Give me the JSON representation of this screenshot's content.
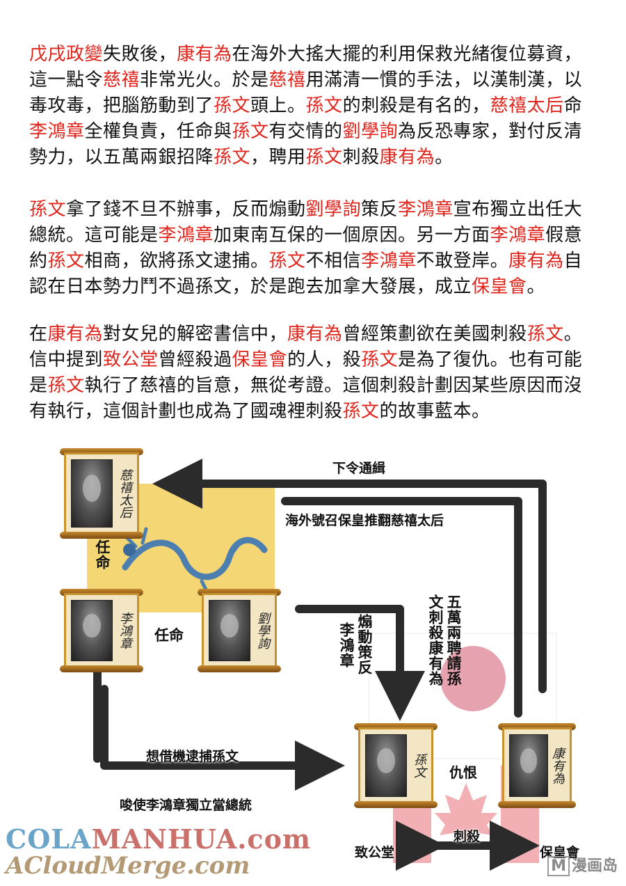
{
  "paragraphs": [
    [
      {
        "t": "戊戌政變",
        "hl": true
      },
      {
        "t": "失敗後，",
        "hl": false
      },
      {
        "t": "康有為",
        "hl": true
      },
      {
        "t": "在海外大搖大擺的利用保救光緒復位募資，這一點令",
        "hl": false
      },
      {
        "t": "慈禧",
        "hl": true
      },
      {
        "t": "非常光火。於是",
        "hl": false
      },
      {
        "t": "慈禧",
        "hl": true
      },
      {
        "t": "用滿清一慣的手法，以漢制漢，以毒攻毒，把腦筋動到了",
        "hl": false
      },
      {
        "t": "孫文",
        "hl": true
      },
      {
        "t": "頭上。",
        "hl": false
      },
      {
        "t": "孫文",
        "hl": true
      },
      {
        "t": "的刺殺是有名的，",
        "hl": false
      },
      {
        "t": "慈禧太后",
        "hl": true
      },
      {
        "t": "命",
        "hl": false
      },
      {
        "t": "李鴻章",
        "hl": true
      },
      {
        "t": "全權負責，任命與",
        "hl": false
      },
      {
        "t": "孫文",
        "hl": true
      },
      {
        "t": "有交情的",
        "hl": false
      },
      {
        "t": "劉學詢",
        "hl": true
      },
      {
        "t": "為反恐專家，對付反清勢力，以五萬兩銀招降",
        "hl": false
      },
      {
        "t": "孫文",
        "hl": true
      },
      {
        "t": "，聘用",
        "hl": false
      },
      {
        "t": "孫文",
        "hl": true
      },
      {
        "t": "刺殺",
        "hl": false
      },
      {
        "t": "康有為",
        "hl": true
      },
      {
        "t": "。",
        "hl": false
      }
    ],
    [
      {
        "t": "孫文",
        "hl": true
      },
      {
        "t": "拿了錢不旦不辦事，反而煽動",
        "hl": false
      },
      {
        "t": "劉學詢",
        "hl": true
      },
      {
        "t": "策反",
        "hl": false
      },
      {
        "t": "李鴻章",
        "hl": true
      },
      {
        "t": "宣布獨立出任大總統。這可能是",
        "hl": false
      },
      {
        "t": "李鴻章",
        "hl": true
      },
      {
        "t": "加東南互保的一個原因。另一方面",
        "hl": false
      },
      {
        "t": "李鴻章",
        "hl": true
      },
      {
        "t": "假意約",
        "hl": false
      },
      {
        "t": "孫文",
        "hl": true
      },
      {
        "t": "相商，欲將孫文逮捕。",
        "hl": false
      },
      {
        "t": "孫文",
        "hl": true
      },
      {
        "t": "不相信",
        "hl": false
      },
      {
        "t": "李鴻章",
        "hl": true
      },
      {
        "t": "不敢登岸。",
        "hl": false
      },
      {
        "t": "康有為",
        "hl": true
      },
      {
        "t": "自認在日本勢力鬥不過孫文，於是跑去加拿大發展，成立",
        "hl": false
      },
      {
        "t": "保皇會",
        "hl": true
      },
      {
        "t": "。",
        "hl": false
      }
    ],
    [
      {
        "t": "在",
        "hl": false
      },
      {
        "t": "康有為",
        "hl": true
      },
      {
        "t": "對女兒的解密書信中，",
        "hl": false
      },
      {
        "t": "康有為",
        "hl": true
      },
      {
        "t": "曾經策劃欲在美國刺殺",
        "hl": false
      },
      {
        "t": "孫文",
        "hl": true
      },
      {
        "t": "。信中提到",
        "hl": false
      },
      {
        "t": "致公堂",
        "hl": true
      },
      {
        "t": "曾經殺過",
        "hl": false
      },
      {
        "t": "保皇會",
        "hl": true
      },
      {
        "t": "的人，殺",
        "hl": false
      },
      {
        "t": "孫文",
        "hl": true
      },
      {
        "t": "是為了復仇。也有可能是",
        "hl": false
      },
      {
        "t": "孫文",
        "hl": true
      },
      {
        "t": "執行了慈禧的旨意，無從考證。這個刺殺計劃因某些原因而沒有執行，這個計劃也成為了國魂裡刺殺",
        "hl": false
      },
      {
        "t": "孫文",
        "hl": true
      },
      {
        "t": "的故事藍本。",
        "hl": false
      }
    ]
  ],
  "colors": {
    "highlight": "#e0241b",
    "text": "#111111",
    "brush": "#2b2b2b",
    "scroll": "#c7922d",
    "qing_yellow": "#f4d774",
    "japan_red": "#d94a5c",
    "canada_red": "#e8404a"
  },
  "diagram": {
    "scrolls": {
      "cixi": "慈禧太后",
      "li": "李鴻章",
      "liu": "劉學詢",
      "sun": "孫文",
      "kang": "康有為"
    },
    "labels": {
      "order_wanted": "下令通緝",
      "overseas_call": "海外號召保皇推翻慈禧太后",
      "appoint_left": "任命",
      "appoint_mid": "任命",
      "incite": "煽動策反",
      "incite_target": "李鴻章",
      "hire_a": "五萬兩聘請孫",
      "hire_b": "文刺殺康有為",
      "hatred": "仇恨",
      "arrest": "想借機逮捕孫文",
      "instigate": "唆使李鴻章獨立當總統",
      "assassinate": "刺殺",
      "zhigongtang": "致公堂",
      "baohuanghui": "保皇會"
    }
  },
  "watermarks": {
    "line1_a": "COLA",
    "line1_b": "MANHUA.com",
    "line2": "ACloudMerge.com",
    "corner_m": "M",
    "corner": "漫画岛"
  }
}
